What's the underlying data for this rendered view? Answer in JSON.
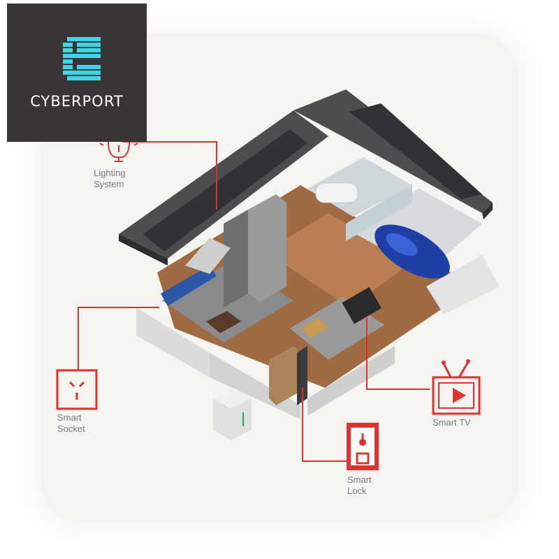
{
  "logo": {
    "text": "CYBERPORT"
  },
  "labels": {
    "lighting": [
      "Lighting",
      "System"
    ],
    "socket": [
      "Smart",
      "Socket"
    ],
    "tv": [
      "Smart TV"
    ],
    "lock": [
      "Smart",
      "Lock"
    ]
  },
  "colors": {
    "accent": "#e03030",
    "logo_bg": "#393537",
    "logo_icon": "#3ed6e6",
    "roof": "#4a4a4c",
    "floor": "#a86e46",
    "wall": "#e7e7e7",
    "car": "#1f3fa6"
  },
  "icons": [
    "bulb-icon",
    "socket-icon",
    "tv-icon",
    "lock-icon",
    "logo-icon"
  ]
}
